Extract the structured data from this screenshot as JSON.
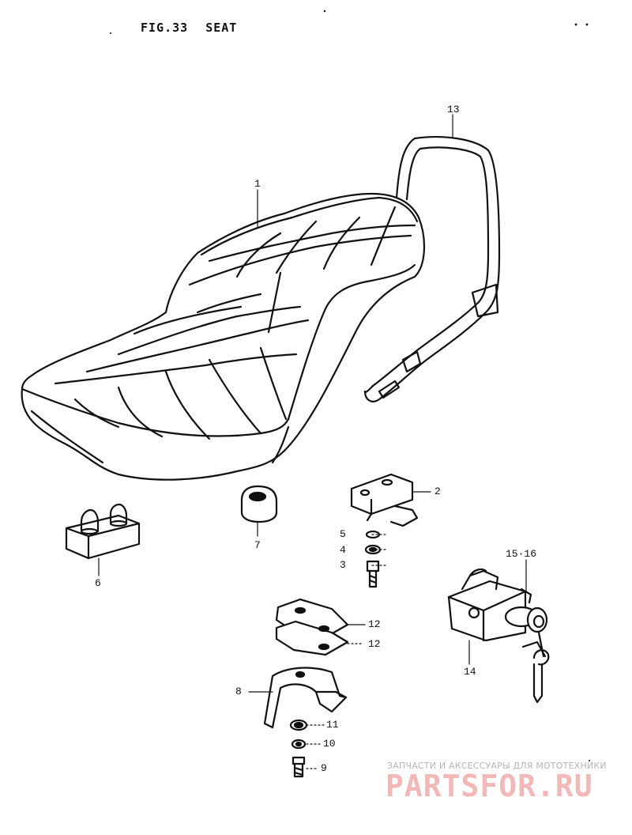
{
  "figure": {
    "number": "FIG.33",
    "title": "SEAT"
  },
  "callouts": {
    "c1": "1",
    "c2": "2",
    "c3": "3",
    "c4": "4",
    "c5": "5",
    "c6": "6",
    "c7": "7",
    "c8": "8",
    "c9": "9",
    "c10": "10",
    "c11": "11",
    "c12a": "12",
    "c12b": "12",
    "c13": "13",
    "c14": "14",
    "c15_16": "15·16"
  },
  "watermark": {
    "line1": "ЗАПЧАСТИ И АКСЕССУАРЫ ДЛЯ МОТОТЕХНИКИ",
    "line2": "PARTSFOR.RU"
  },
  "colors": {
    "ink": "#111111",
    "watermark_red": "#f2b8b8",
    "watermark_gray": "#b5b5b5"
  }
}
